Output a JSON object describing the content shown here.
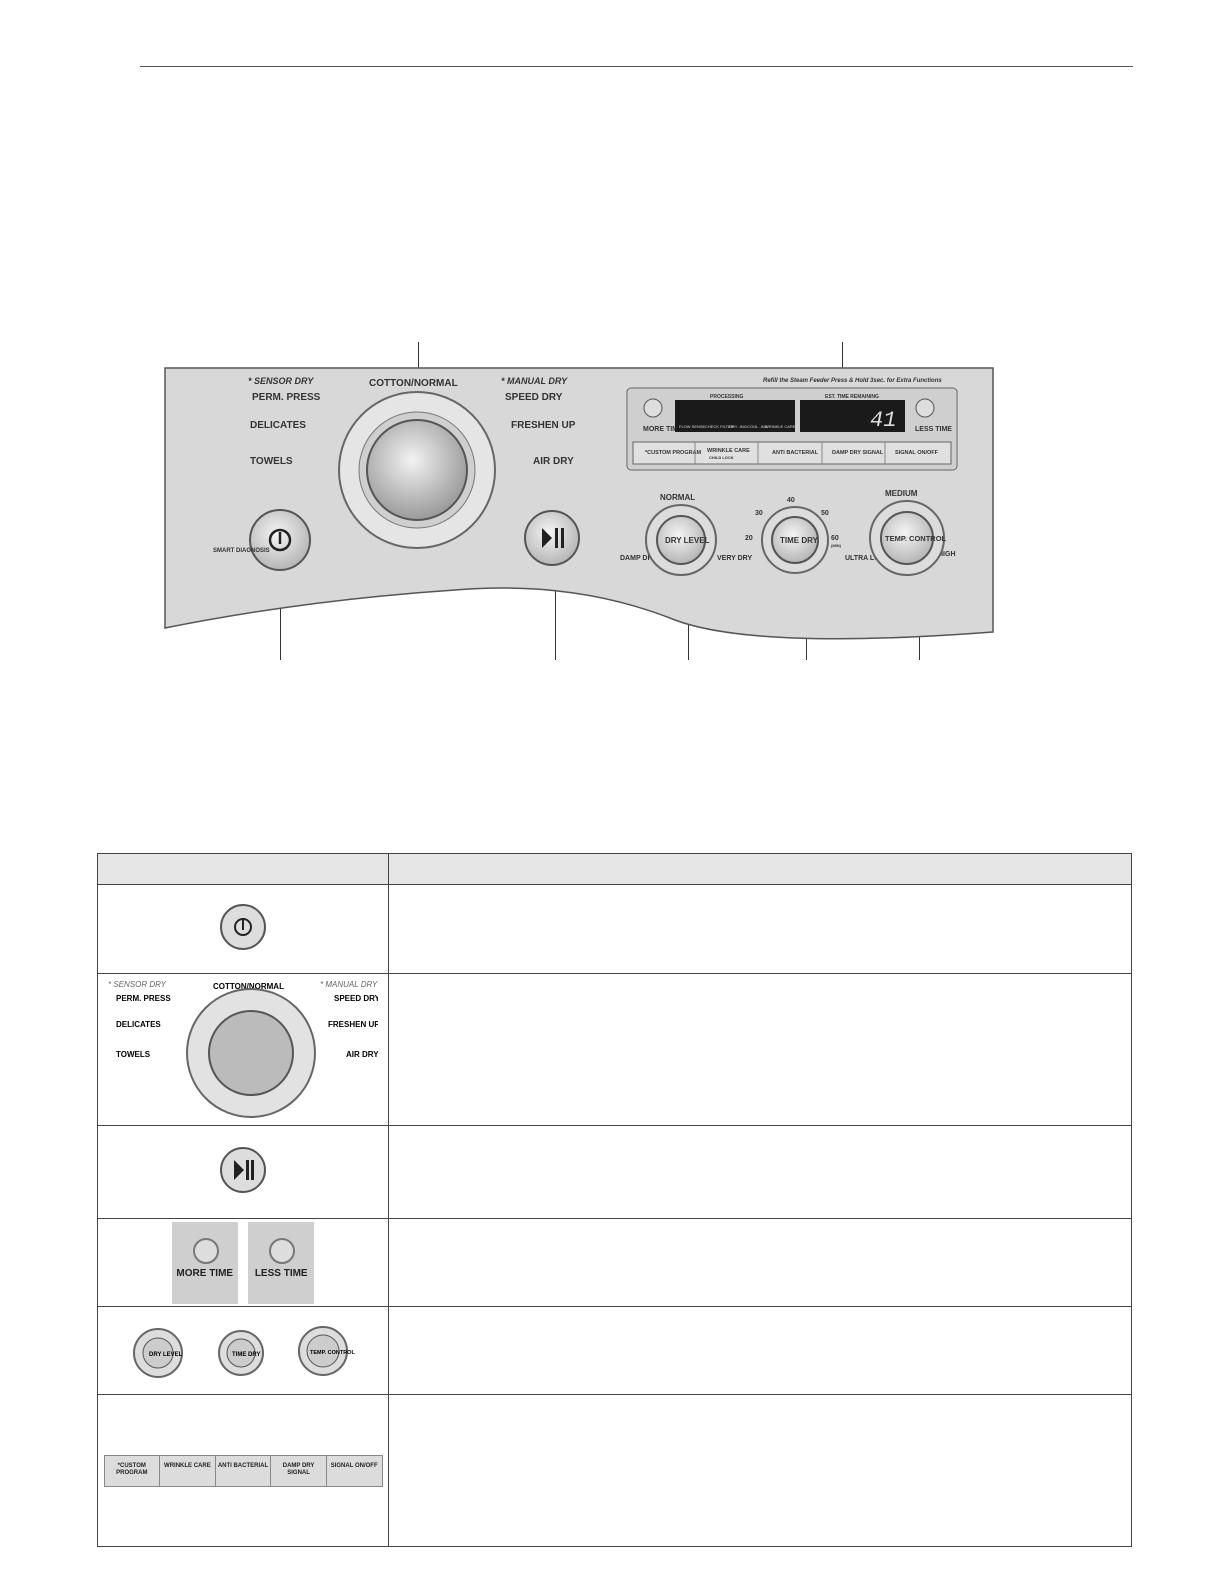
{
  "panel": {
    "sensor_dry": "* SENSOR DRY",
    "manual_dry": "* MANUAL DRY",
    "cycles_left": [
      "PERM. PRESS",
      "DELICATES",
      "TOWELS"
    ],
    "cycle_top": "COTTON/NORMAL",
    "cycles_right": [
      "SPEED DRY",
      "FRESHEN UP",
      "AIR DRY"
    ],
    "smart_diagnosis": "SMART DIAGNOSIS",
    "top_note": "Refill the Steam Feeder Press & Hold 3sec. for Extra Functions",
    "processing": "PROCESSING",
    "est_remaining": "EST. TIME REMAINING",
    "display_value": "41",
    "status_labels": [
      "FLOW SENSE",
      "CHECK FILTER",
      "DRY -ING",
      "COOL -ING",
      "WRINKLE CARE"
    ],
    "more_time": "MORE TIME",
    "less_time": "LESS TIME",
    "options": [
      "*CUSTOM PROGRAM",
      "WRINKLE CARE",
      "ANTI BACTERIAL",
      "DAMP DRY SIGNAL",
      "SIGNAL ON/OFF"
    ],
    "child_lock": "CHILD LOCK",
    "dry_level": {
      "label": "DRY LEVEL",
      "top": "NORMAL",
      "left": "DAMP DRY",
      "right": "VERY DRY"
    },
    "time_dry": {
      "label": "TIME DRY",
      "ticks": [
        "20",
        "30",
        "40",
        "50",
        "60"
      ],
      "unit": "(MIN)"
    },
    "temp_control": {
      "label": "TEMP. CONTROL",
      "top": "MEDIUM",
      "left": "ULTRA LOW",
      "right": "HIGH"
    }
  },
  "table_rows": [
    {
      "desc": ""
    },
    {
      "desc": ""
    },
    {
      "desc": ""
    },
    {
      "desc": ""
    },
    {
      "desc": ""
    },
    {
      "desc": ""
    }
  ]
}
